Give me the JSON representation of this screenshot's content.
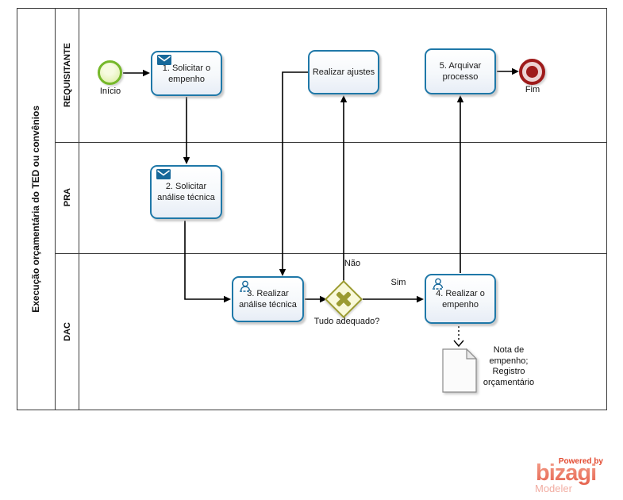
{
  "pool": {
    "title": "Execução orçamentária do TED ou convênios",
    "lanes": [
      {
        "label": "REQUISITANTE"
      },
      {
        "label": "PRA"
      },
      {
        "label": "DAC"
      }
    ]
  },
  "nodes": {
    "start": {
      "label": "Início"
    },
    "end": {
      "label": "Fim"
    },
    "task1": {
      "label": "1. Solicitar o empenho",
      "icon": "message-icon"
    },
    "task2": {
      "label": "2. Solicitar análise técnica",
      "icon": "message-icon"
    },
    "task3": {
      "label": "3. Realizar análise técnica",
      "icon": "user-icon"
    },
    "task4": {
      "label": "4. Realizar o empenho",
      "icon": "user-icon"
    },
    "task5": {
      "label": "5. Arquivar processo"
    },
    "adjust": {
      "label": "Realizar ajustes"
    },
    "gateway": {
      "label": "Tudo adequado?"
    },
    "data_object": {
      "label": "Nota de empenho; Registro orçamentário"
    }
  },
  "flows": {
    "yes_label": "Sim",
    "no_label": "Não"
  },
  "colors": {
    "task_border": "#1F78A8",
    "icon_blue": "#16689A",
    "gateway_olive": "#9B9B31",
    "start_green": "#76B82A",
    "end_red": "#9E1B1B"
  },
  "branding": {
    "powered_by": "Powered by",
    "name": "bizagi",
    "product": "Modeler"
  }
}
